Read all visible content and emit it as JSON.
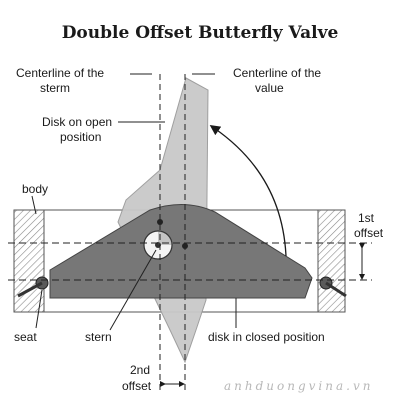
{
  "title": "Double Offset Butterfly Valve",
  "labels": {
    "centerline_sterm": [
      "Centerline of the",
      "sterm"
    ],
    "centerline_value": [
      "Centerline of the",
      "value"
    ],
    "disk_open": [
      "Disk on open",
      "position"
    ],
    "body": "body",
    "first_offset": [
      "1st",
      "offset"
    ],
    "seat": "seat",
    "stern": "stern",
    "disk_closed": "disk in closed position",
    "second_offset": [
      "2nd",
      "offset"
    ]
  },
  "watermark": "anhduongvina.vn",
  "colors": {
    "disk_closed": "#7a7a7a",
    "disk_open": "#c8c8c8",
    "body_hatch": "#9a9a9a",
    "line": "#222222"
  }
}
